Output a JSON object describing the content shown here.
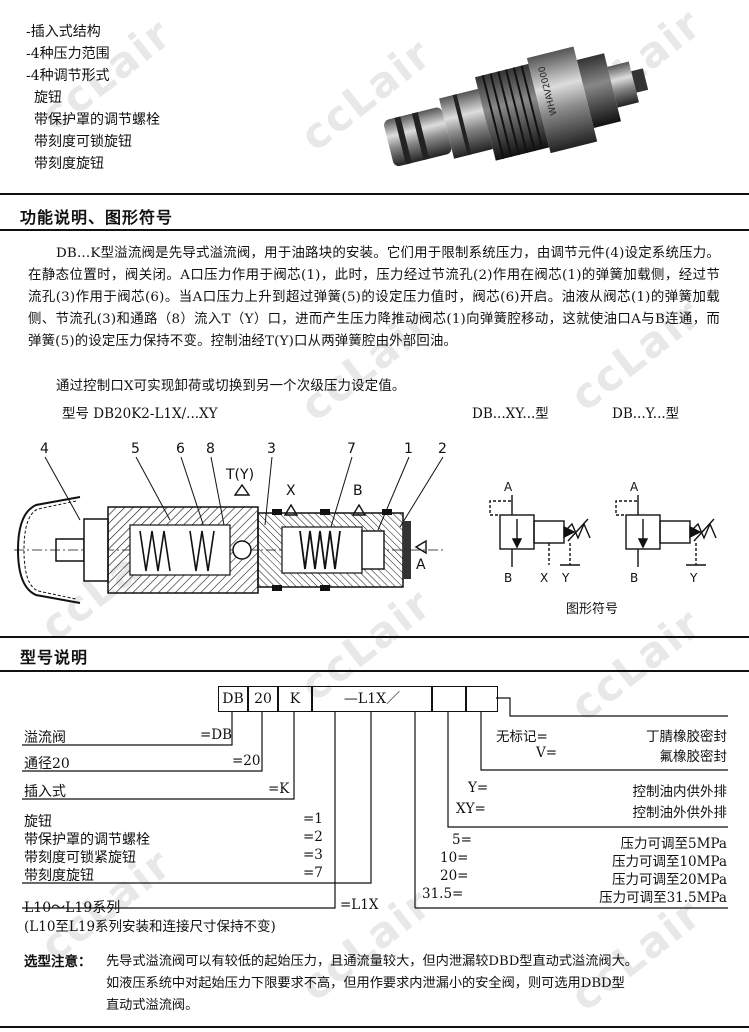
{
  "features": [
    "-插入式结构",
    "-4种压力范围",
    "-4种调节形式",
    " 旋钮",
    " 带保护罩的调节螺栓",
    " 带刻度可锁旋钮",
    " 带刻度旋钮"
  ],
  "product_photo_text": "WHAV2000",
  "section1": {
    "title": "功能说明、图形符号"
  },
  "description": [
    "DB...K型溢流阀是先导式溢流阀，用于油路块的安装。它们用于限制系统压力，由调节元件(4)设定系统压力。在静态位置时，阀关闭。A口压力作用于阀芯(1)，此时，压力经过节流孔(2)作用在阀芯(1)的弹簧加载侧，经过节流孔(3)作用于阀芯(6)。当A口压力上升到超过弹簧(5)的设定压力值时，阀芯(6)开启。油液从阀芯(1)的弹簧加载侧、节流孔(3)和通路（8）流入T（Y）口，进而产生压力降推动阀芯(1)向弹簧腔移动，这就使油口A与B连通，而弹簧(5)的设定压力保持不变。控制油经T(Y)口从两弹簧腔由外部回油。",
    "通过控制口X可实现卸荷或切换到另一个次级压力设定值。"
  ],
  "diagram": {
    "model_label": "型号 DB20K2-L1X/...XY",
    "type_xy": "DB...XY...型",
    "type_y": "DB...Y...型",
    "callouts": [
      "4",
      "5",
      "6",
      "8",
      "3",
      "7",
      "1",
      "2"
    ],
    "port_t": "T(Y)",
    "port_x": "X",
    "port_b": "B",
    "port_a": "A",
    "symbol_ports": {
      "a1": "A",
      "b1": "B",
      "x1": "X",
      "y1": "Y",
      "a2": "A",
      "b2": "B",
      "y2": "Y"
    },
    "symbol_caption": "图形符号"
  },
  "section2": {
    "title": "型号说明"
  },
  "code_boxes": [
    "DB",
    "20",
    "K",
    "—L1X／",
    "",
    ""
  ],
  "left_items": [
    {
      "label": "溢流阀",
      "code": "=DB"
    },
    {
      "label": "通径20",
      "code": "=20"
    },
    {
      "label": "插入式",
      "code": "=K"
    },
    {
      "label": "旋钮",
      "code": "=1"
    },
    {
      "label": "带保护罩的调节螺栓",
      "code": "=2"
    },
    {
      "label": "带刻度可锁紧旋钮",
      "code": "=3"
    },
    {
      "label": "带刻度旋钮",
      "code": "=7"
    },
    {
      "label": "L10～L19系列",
      "code": "=L1X"
    },
    {
      "label": "(L10至L19系列安装和连接尺寸保持不变)",
      "code": ""
    }
  ],
  "seal_items": [
    {
      "code": "无标记=",
      "desc": "丁腈橡胶密封"
    },
    {
      "code": "V=",
      "desc": "氟橡胶密封"
    }
  ],
  "oil_items": [
    {
      "code": "Y=",
      "desc": "控制油内供外排"
    },
    {
      "code": "XY=",
      "desc": "控制油外供外排"
    }
  ],
  "pressure_items": [
    {
      "code": "5=",
      "desc": "压力可调至5MPa"
    },
    {
      "code": "10=",
      "desc": "压力可调至10MPa"
    },
    {
      "code": "20=",
      "desc": "压力可调至20MPa"
    },
    {
      "code": "31.5=",
      "desc": "压力可调至31.5MPa"
    }
  ],
  "note": {
    "label": "选型注意：",
    "lines": [
      "先导式溢流阀可以有较低的起始压力，且通流量较大，但内泄漏较DBD型直动式溢流阀大。",
      "如液压系统中对起始压力下限要求不高，但用作要求内泄漏小的安全阀，则可选用DBD型",
      "直动式溢流阀。"
    ]
  },
  "watermark": "ccLair"
}
